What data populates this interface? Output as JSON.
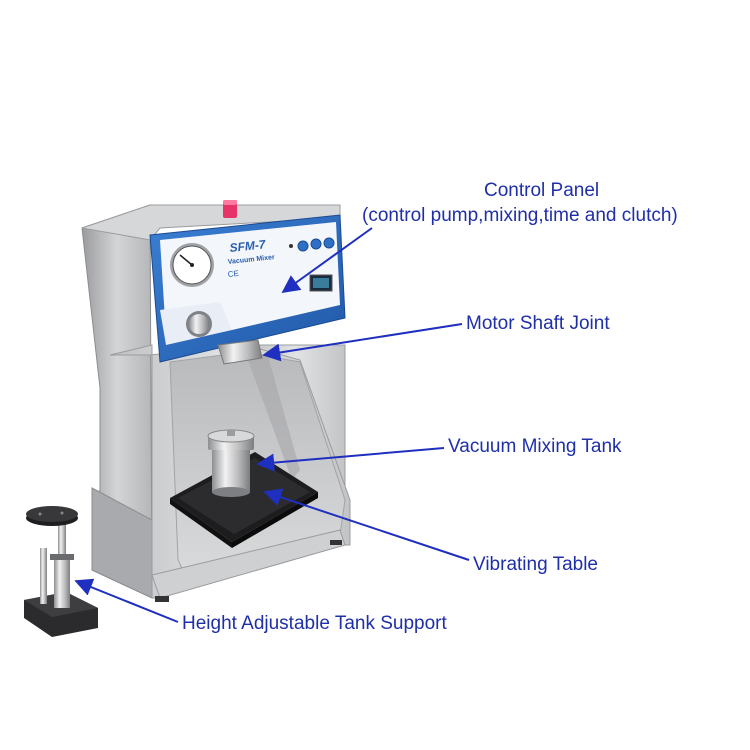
{
  "callouts": {
    "control_panel_title": "Control Panel",
    "control_panel_detail": "(control pump,mixing,time and clutch)",
    "motor_shaft_joint": "Motor Shaft Joint",
    "vacuum_mixing_tank": "Vacuum Mixing Tank",
    "vibrating_table": "Vibrating Table",
    "tank_support": "Height Adjustable Tank Support"
  },
  "device": {
    "model": "SFM-7",
    "name": "Vacuum Mixer",
    "ce_mark": "CE"
  },
  "colors": {
    "callout_text": "#1f2fa8",
    "arrow": "#1f2fbf",
    "panel_blue": "#2f6fc4",
    "steel": "#c6c7c9"
  }
}
